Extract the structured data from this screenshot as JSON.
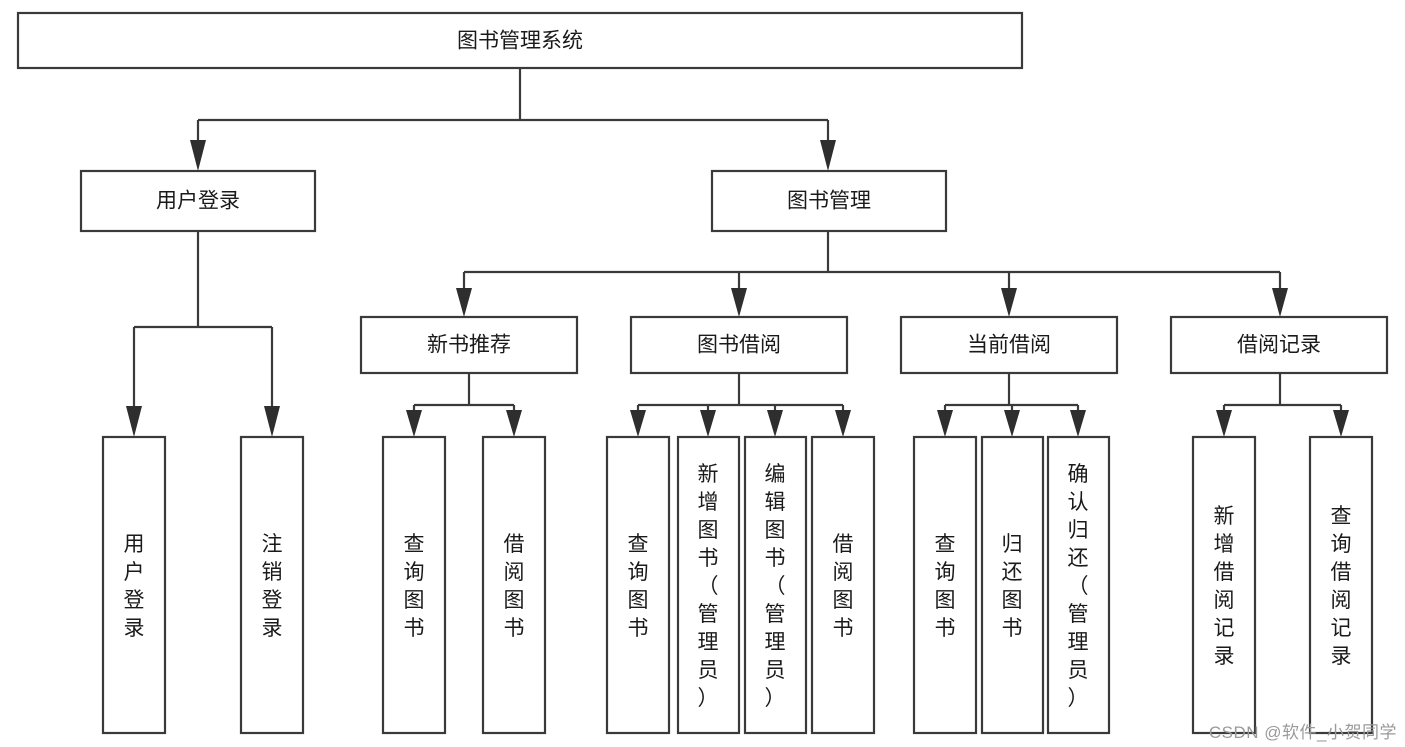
{
  "diagram": {
    "type": "tree",
    "title": "图书管理系统",
    "watermark": "CSDN @软件_小贺同学",
    "colors": {
      "background": "#ffffff",
      "stroke": "#3a3a3a",
      "text": "#1a1a1a",
      "watermark": "#9a9a9a"
    },
    "root": {
      "id": "root",
      "label": "图书管理系统",
      "orientation": "horizontal"
    },
    "level1": [
      {
        "id": "user-login",
        "label": "用户登录",
        "orientation": "horizontal"
      },
      {
        "id": "book-manage",
        "label": "图书管理",
        "orientation": "horizontal"
      }
    ],
    "level2": [
      {
        "id": "new-book-recommend",
        "label": "新书推荐",
        "parent": "book-manage",
        "orientation": "horizontal"
      },
      {
        "id": "book-borrow",
        "label": "图书借阅",
        "parent": "book-manage",
        "orientation": "horizontal"
      },
      {
        "id": "current-borrow",
        "label": "当前借阅",
        "parent": "book-manage",
        "orientation": "horizontal"
      },
      {
        "id": "borrow-record",
        "label": "借阅记录",
        "parent": "book-manage",
        "orientation": "horizontal"
      }
    ],
    "leaves": [
      {
        "id": "leaf-user-login",
        "label": "用户登录",
        "parent": "user-login",
        "orientation": "vertical"
      },
      {
        "id": "leaf-logout-login",
        "label": "注销登录",
        "parent": "user-login",
        "orientation": "vertical"
      },
      {
        "id": "leaf-query-book-1",
        "label": "查询图书",
        "parent": "new-book-recommend",
        "orientation": "vertical"
      },
      {
        "id": "leaf-borrow-book-1",
        "label": "借阅图书",
        "parent": "new-book-recommend",
        "orientation": "vertical"
      },
      {
        "id": "leaf-query-book-2",
        "label": "查询图书",
        "parent": "book-borrow",
        "orientation": "vertical"
      },
      {
        "id": "leaf-add-book",
        "label": "新增图书（管理员）",
        "parent": "book-borrow",
        "orientation": "vertical"
      },
      {
        "id": "leaf-edit-book",
        "label": "编辑图书（管理员）",
        "parent": "book-borrow",
        "orientation": "vertical"
      },
      {
        "id": "leaf-borrow-book-2",
        "label": "借阅图书",
        "parent": "book-borrow",
        "orientation": "vertical"
      },
      {
        "id": "leaf-query-book-3",
        "label": "查询图书",
        "parent": "current-borrow",
        "orientation": "vertical"
      },
      {
        "id": "leaf-return-book",
        "label": "归还图书",
        "parent": "current-borrow",
        "orientation": "vertical"
      },
      {
        "id": "leaf-confirm-return",
        "label": "确认归还（管理员）",
        "parent": "current-borrow",
        "orientation": "vertical"
      },
      {
        "id": "leaf-add-record",
        "label": "新增借阅记录",
        "parent": "borrow-record",
        "orientation": "vertical"
      },
      {
        "id": "leaf-query-record",
        "label": "查询借阅记录",
        "parent": "borrow-record",
        "orientation": "vertical"
      }
    ]
  }
}
